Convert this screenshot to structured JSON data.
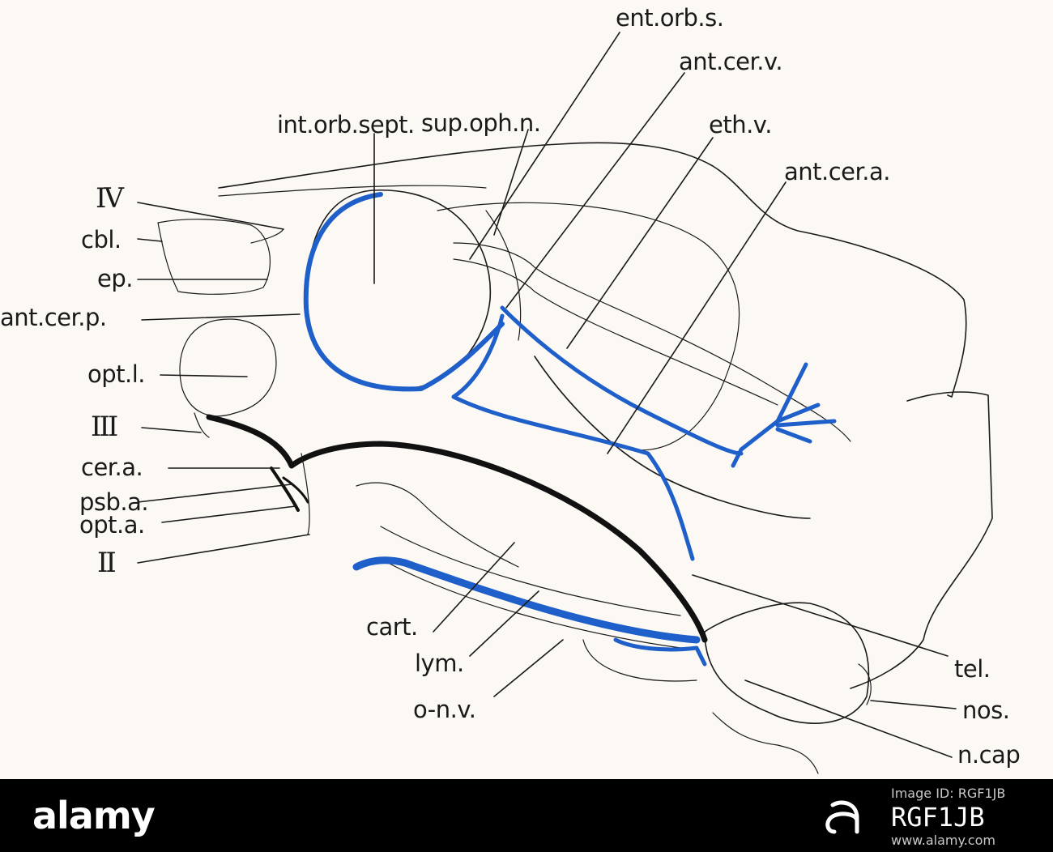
{
  "labels": {
    "ent_orb_s": "ent.orb.s.",
    "ant_cer_v": "ant.cer.v.",
    "int_orb_sept": "int.orb.sept.",
    "sup_oph_n": "sup.oph.n.",
    "eth_v": "eth.v.",
    "ant_cer_a": "ant.cer.a.",
    "iv": "IV",
    "cbl": "cbl.",
    "ep": "ep.",
    "ant_cer_p": "ant.cer.p.",
    "opt_l": "opt.l.",
    "iii": "III",
    "cer_a": "cer.a.",
    "psb_a": "psb.a.",
    "opt_a": "opt.a.",
    "ii": "II",
    "cart": "cart.",
    "lym": "lym.",
    "o_n_v": "o-n.v.",
    "tel": "tel.",
    "nos": "nos.",
    "n_cap": "n.cap"
  },
  "colors": {
    "vessel_blue": "#1f5fc9",
    "artery_black": "#111111",
    "paper": "#fcf9f4"
  },
  "footer": {
    "wordmark": "alamy",
    "image_id_label": "Image ID: RGF1JB",
    "image_id": "RGF1JB",
    "url": "www.alamy.com",
    "icon": "alamy-a-icon"
  }
}
